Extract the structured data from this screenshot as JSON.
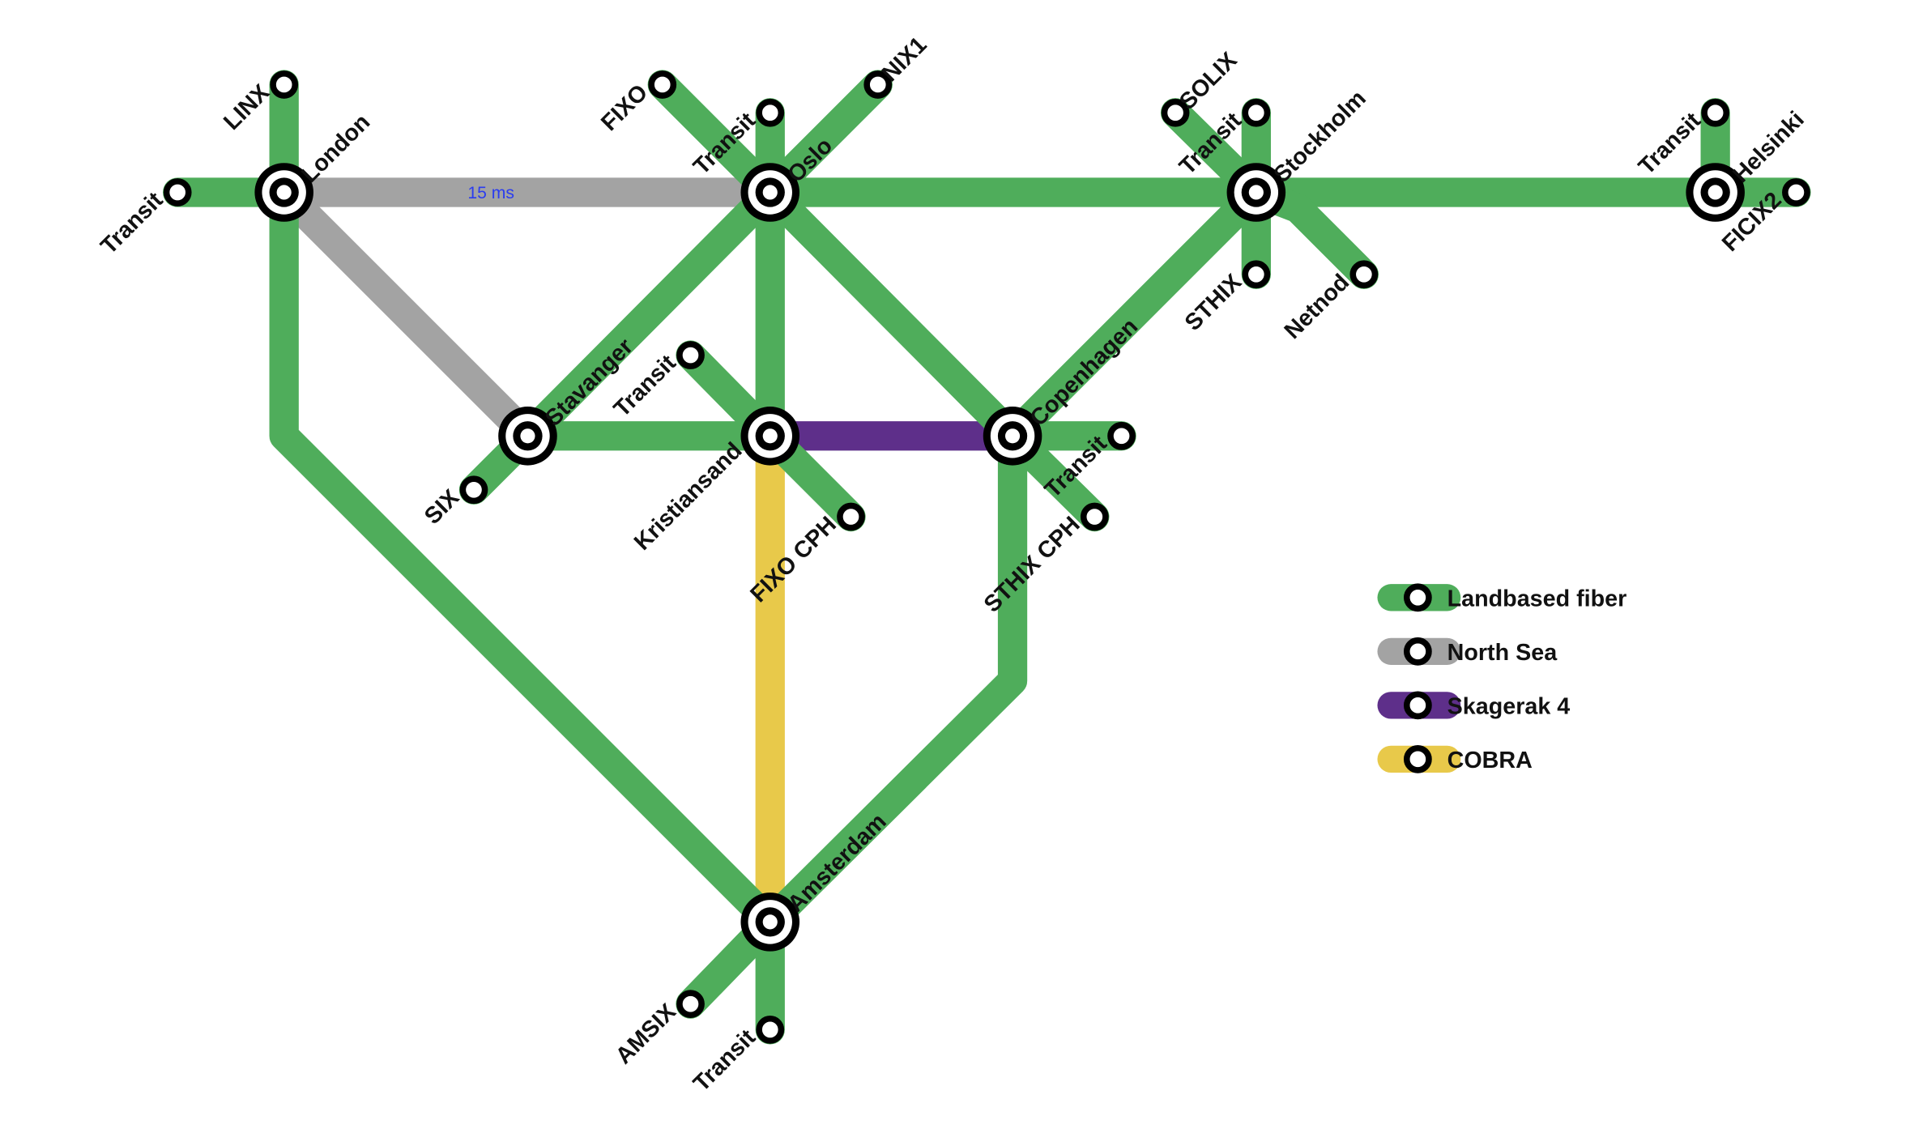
{
  "colors": {
    "landbased": "#4fad5b",
    "northsea": "#a3a3a3",
    "skagerak": "#5e2f8a",
    "cobra": "#e8c94a",
    "latency_text": "#2a3cf0"
  },
  "stations": {
    "london": "London",
    "linx": "LINX",
    "transit_london": "Transit",
    "oslo": "Oslo",
    "fixo": "FIXO",
    "transit_oslo": "Transit",
    "nix1": "NIX1",
    "stockholm": "Stockholm",
    "solix": "SOLIX",
    "transit_stockholm": "Transit",
    "sthix": "STHIX",
    "netnod": "Netnod",
    "helsinki": "Helsinki",
    "transit_helsinki": "Transit",
    "ficix2": "FICIX2",
    "stavanger": "Stavanger",
    "six": "SIX",
    "kristiansand": "Kristiansand",
    "transit_kristiansand": "Transit",
    "fixo_cph": "FIXO CPH",
    "copenhagen": "Copenhagen",
    "transit_copenhagen": "Transit",
    "sthix_cph": "STHIX CPH",
    "amsterdam": "Amsterdam",
    "amsix": "AMSIX",
    "transit_amsterdam": "Transit"
  },
  "latency_label": "15 ms",
  "legend": [
    {
      "key": "landbased",
      "label": "Landbased fiber"
    },
    {
      "key": "northsea",
      "label": "North Sea"
    },
    {
      "key": "skagerak",
      "label": "Skagerak 4"
    },
    {
      "key": "cobra",
      "label": "COBRA"
    }
  ]
}
